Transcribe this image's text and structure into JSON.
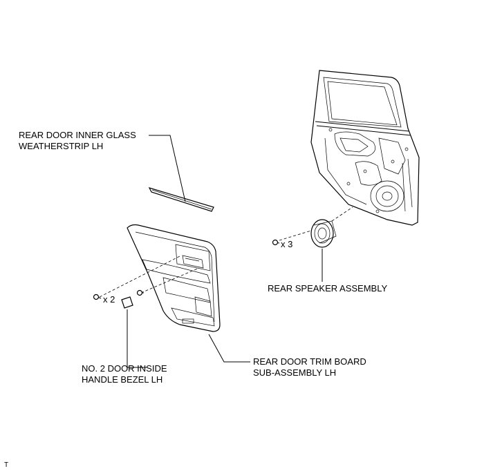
{
  "labels": {
    "weatherstrip": [
      "REAR DOOR INNER GLASS",
      "WEATHERSTRIP LH"
    ],
    "speaker": "REAR SPEAKER ASSEMBLY",
    "trim_board": [
      "REAR DOOR TRIM BOARD",
      "SUB-ASSEMBLY LH"
    ],
    "bezel": [
      "NO. 2 DOOR INSIDE",
      "HANDLE BEZEL LH"
    ]
  },
  "quantities": {
    "trim_screws": "x 2",
    "speaker_screws": "x 3"
  },
  "corner_mark": "T"
}
